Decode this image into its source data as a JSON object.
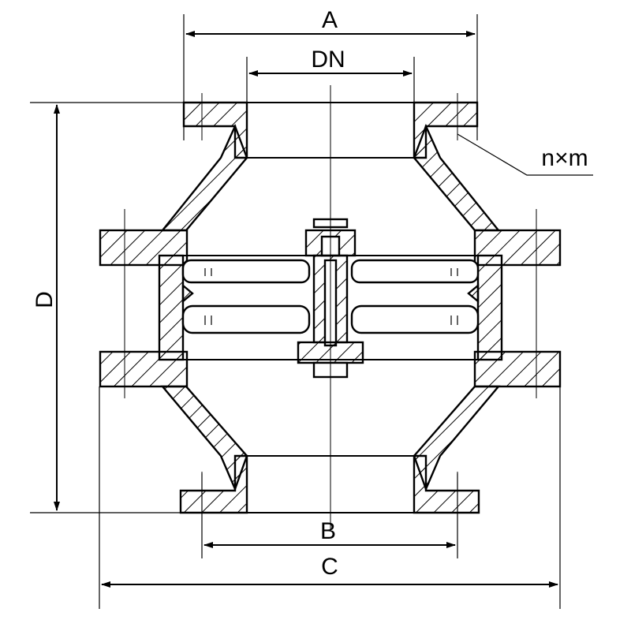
{
  "labels": {
    "A": "A",
    "DN": "DN",
    "nxm": "n×m",
    "D": "D",
    "B": "B",
    "C": "C"
  },
  "colors": {
    "line": "#000000",
    "background": "#ffffff"
  }
}
